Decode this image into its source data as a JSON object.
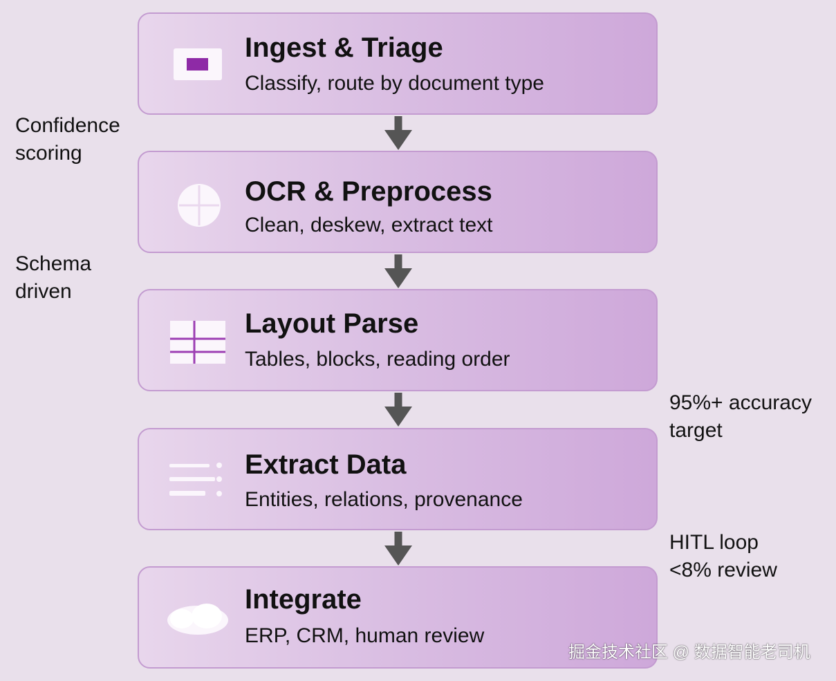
{
  "steps": [
    {
      "title": "Ingest & Triage",
      "subtitle": "Classify, route by document type",
      "icon": "document-tray-icon"
    },
    {
      "title": "OCR & Preprocess",
      "subtitle": "Clean, deskew, extract text",
      "icon": "scan-circle-icon"
    },
    {
      "title": "Layout Parse",
      "subtitle": "Tables, blocks, reading order",
      "icon": "table-grid-icon"
    },
    {
      "title": "Extract Data",
      "subtitle": "Entities, relations, provenance",
      "icon": "list-lines-icon"
    },
    {
      "title": "Integrate",
      "subtitle": "ERP, CRM, human review",
      "icon": "cloud-icon"
    }
  ],
  "notes": {
    "confidence": [
      "Confidence",
      "scoring"
    ],
    "schema": [
      "Schema",
      "driven"
    ],
    "accuracy": [
      "95%+ accuracy",
      "target"
    ],
    "hitl": [
      "HITL loop",
      "<8% review"
    ]
  },
  "watermark": "掘金技术社区 @ 数据智能老司机",
  "colors": {
    "background": "#e9e0eb",
    "card_border": "#c39bd0",
    "icon_accent": "#8e2aa6",
    "arrow": "#555555"
  }
}
